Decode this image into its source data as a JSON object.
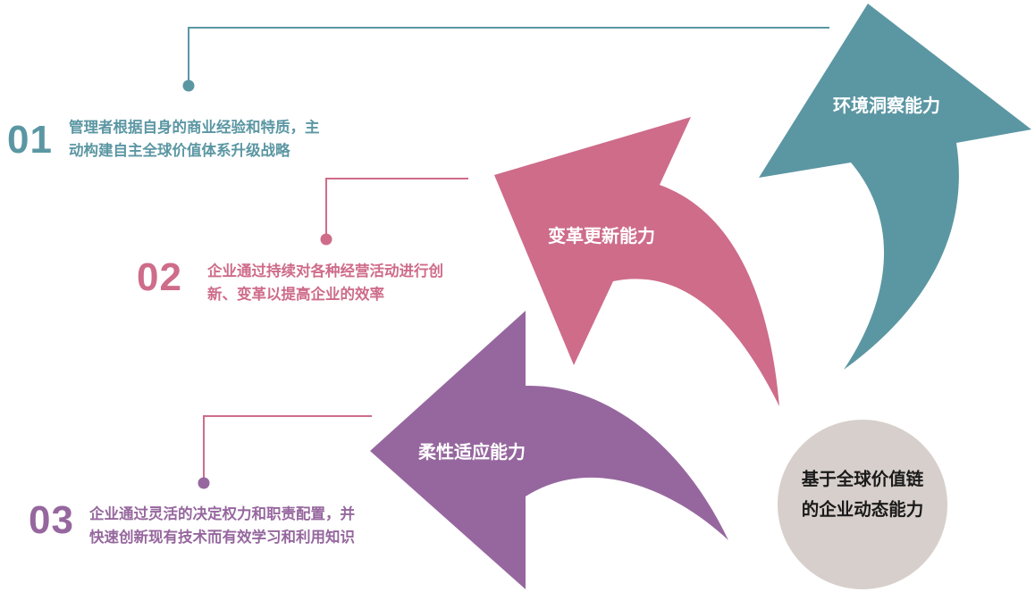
{
  "colors": {
    "teal": "#5B97A3",
    "pink": "#CE6C8A",
    "purple": "#96679E",
    "circle": "#D7CFCB",
    "center_text": "#1a1a1a"
  },
  "center": {
    "line1": "基于全球价值链",
    "line2": "的企业动态能力"
  },
  "items": [
    {
      "number": "01",
      "arrow_label": "环境洞察能力",
      "desc_line1": "管理者根据自身的商业经验和特质，主",
      "desc_line2": "动构建自主全球价值体系升级战略",
      "color": "#5B97A3"
    },
    {
      "number": "02",
      "arrow_label": "变革更新能力",
      "desc_line1": "企业通过持续对各种经营活动进行创",
      "desc_line2": "新、变革以提高企业的效率",
      "color": "#CE6C8A"
    },
    {
      "number": "03",
      "arrow_label": "柔性适应能力",
      "desc_line1": "企业通过灵活的决定权力和职责配置，并",
      "desc_line2": "快速创新现有技术而有效学习和利用知识",
      "color": "#96679E"
    }
  ]
}
